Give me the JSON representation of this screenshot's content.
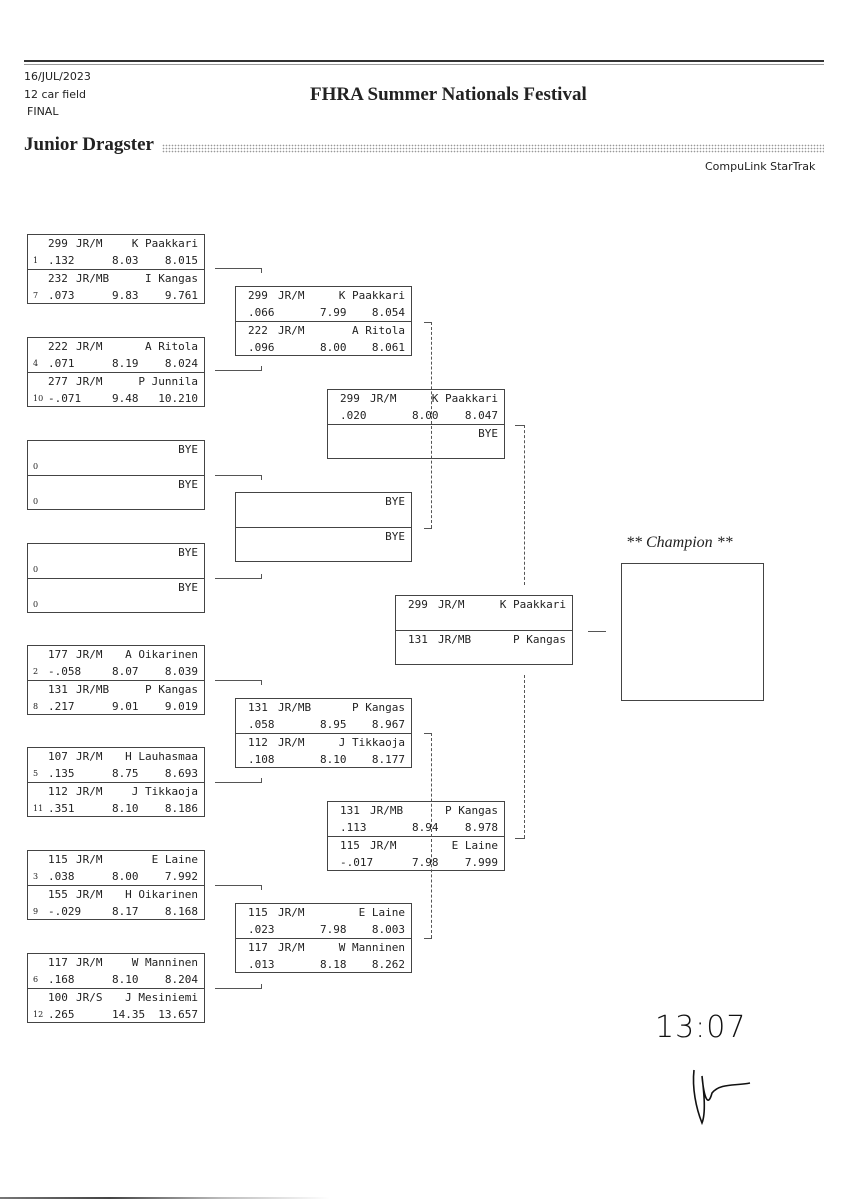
{
  "header": {
    "date": "16/JUL/2023",
    "field": "12 car field",
    "status": "FINAL",
    "event_title": "FHRA Summer Nationals Festival",
    "class_title": "Junior Dragster",
    "brand": "CompuLink StarTrak"
  },
  "round1": [
    {
      "top": {
        "number": "299",
        "class": "JR/M",
        "name": "K Paakkari",
        "seed": "1",
        "rt": ".132",
        "et": "8.03",
        "speed": "8.015"
      },
      "bottom": {
        "number": "232",
        "class": "JR/MB",
        "name": "I Kangas",
        "seed": "7",
        "rt": ".073",
        "et": "9.83",
        "speed": "9.761"
      }
    },
    {
      "top": {
        "number": "222",
        "class": "JR/M",
        "name": "A Ritola",
        "seed": "4",
        "rt": ".071",
        "et": "8.19",
        "speed": "8.024"
      },
      "bottom": {
        "number": "277",
        "class": "JR/M",
        "name": "P Junnila",
        "seed": "10",
        "rt": "-.071",
        "et": "9.48",
        "speed": "10.210"
      }
    },
    {
      "top": {
        "number": "",
        "class": "",
        "name": "BYE",
        "seed": "0",
        "rt": "",
        "et": "",
        "speed": ""
      },
      "bottom": {
        "number": "",
        "class": "",
        "name": "BYE",
        "seed": "0",
        "rt": "",
        "et": "",
        "speed": ""
      }
    },
    {
      "top": {
        "number": "",
        "class": "",
        "name": "BYE",
        "seed": "0",
        "rt": "",
        "et": "",
        "speed": ""
      },
      "bottom": {
        "number": "",
        "class": "",
        "name": "BYE",
        "seed": "0",
        "rt": "",
        "et": "",
        "speed": ""
      }
    },
    {
      "top": {
        "number": "177",
        "class": "JR/M",
        "name": "A Oikarinen",
        "seed": "2",
        "rt": "-.058",
        "et": "8.07",
        "speed": "8.039"
      },
      "bottom": {
        "number": "131",
        "class": "JR/MB",
        "name": "P Kangas",
        "seed": "8",
        "rt": ".217",
        "et": "9.01",
        "speed": "9.019"
      }
    },
    {
      "top": {
        "number": "107",
        "class": "JR/M",
        "name": "H Lauhasmaa",
        "seed": "5",
        "rt": ".135",
        "et": "8.75",
        "speed": "8.693"
      },
      "bottom": {
        "number": "112",
        "class": "JR/M",
        "name": "J Tikkaoja",
        "seed": "11",
        "rt": ".351",
        "et": "8.10",
        "speed": "8.186"
      }
    },
    {
      "top": {
        "number": "115",
        "class": "JR/M",
        "name": "E Laine",
        "seed": "3",
        "rt": ".038",
        "et": "8.00",
        "speed": "7.992"
      },
      "bottom": {
        "number": "155",
        "class": "JR/M",
        "name": "H Oikarinen",
        "seed": "9",
        "rt": "-.029",
        "et": "8.17",
        "speed": "8.168"
      }
    },
    {
      "top": {
        "number": "117",
        "class": "JR/M",
        "name": "W Manninen",
        "seed": "6",
        "rt": ".168",
        "et": "8.10",
        "speed": "8.204"
      },
      "bottom": {
        "number": "100",
        "class": "JR/S",
        "name": "J Mesiniemi",
        "seed": "12",
        "rt": ".265",
        "et": "14.35",
        "speed": "13.657"
      }
    }
  ],
  "round2": [
    {
      "top": {
        "number": "299",
        "class": "JR/M",
        "name": "K Paakkari",
        "rt": ".066",
        "et": "7.99",
        "speed": "8.054"
      },
      "bottom": {
        "number": "222",
        "class": "JR/M",
        "name": "A Ritola",
        "rt": ".096",
        "et": "8.00",
        "speed": "8.061"
      }
    },
    {
      "top": {
        "number": "",
        "class": "",
        "name": "BYE",
        "rt": "",
        "et": "",
        "speed": ""
      },
      "bottom": {
        "number": "",
        "class": "",
        "name": "BYE",
        "rt": "",
        "et": "",
        "speed": ""
      }
    },
    {
      "top": {
        "number": "131",
        "class": "JR/MB",
        "name": "P Kangas",
        "rt": ".058",
        "et": "8.95",
        "speed": "8.967"
      },
      "bottom": {
        "number": "112",
        "class": "JR/M",
        "name": "J Tikkaoja",
        "rt": ".108",
        "et": "8.10",
        "speed": "8.177"
      }
    },
    {
      "top": {
        "number": "115",
        "class": "JR/M",
        "name": "E Laine",
        "rt": ".023",
        "et": "7.98",
        "speed": "8.003"
      },
      "bottom": {
        "number": "117",
        "class": "JR/M",
        "name": "W Manninen",
        "rt": ".013",
        "et": "8.18",
        "speed": "8.262"
      }
    }
  ],
  "round3": [
    {
      "top": {
        "number": "299",
        "class": "JR/M",
        "name": "K Paakkari",
        "rt": ".020",
        "et": "8.00",
        "speed": "8.047"
      },
      "bottom": {
        "number": "",
        "class": "",
        "name": "BYE",
        "rt": "",
        "et": "",
        "speed": ""
      }
    },
    {
      "top": {
        "number": "131",
        "class": "JR/MB",
        "name": "P Kangas",
        "rt": ".113",
        "et": "8.94",
        "speed": "8.978"
      },
      "bottom": {
        "number": "115",
        "class": "JR/M",
        "name": "E Laine",
        "rt": "-.017",
        "et": "7.98",
        "speed": "7.999"
      }
    }
  ],
  "final": {
    "top": {
      "number": "299",
      "class": "JR/M",
      "name": "K Paakkari",
      "rt": "",
      "et": "",
      "speed": ""
    },
    "bottom": {
      "number": "131",
      "class": "JR/MB",
      "name": "P Kangas",
      "rt": "",
      "et": "",
      "speed": ""
    }
  },
  "champion": {
    "label": "** Champion **",
    "name": ""
  },
  "handwritten": {
    "time": "13:07",
    "signature": "signature"
  }
}
